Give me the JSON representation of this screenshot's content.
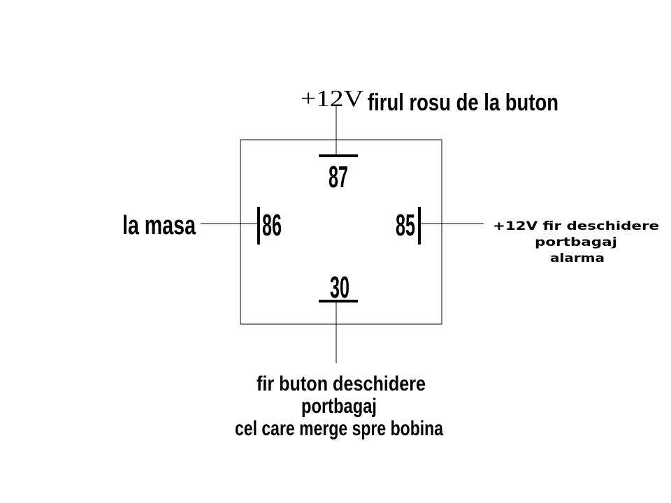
{
  "diagram": {
    "top_voltage": "+12V",
    "top_wire": "firul rosu de la buton",
    "left_label": "la masa",
    "right_label_lines": [
      "+12V fir deschidere",
      "portbagaj",
      "alarma"
    ],
    "bottom_label_lines": [
      "fir buton deschidere",
      "portbagaj",
      "cel care merge spre bobina"
    ],
    "pins": {
      "top": "87",
      "left": "86",
      "right": "85",
      "bottom": "30"
    },
    "line_color": "#000000"
  }
}
